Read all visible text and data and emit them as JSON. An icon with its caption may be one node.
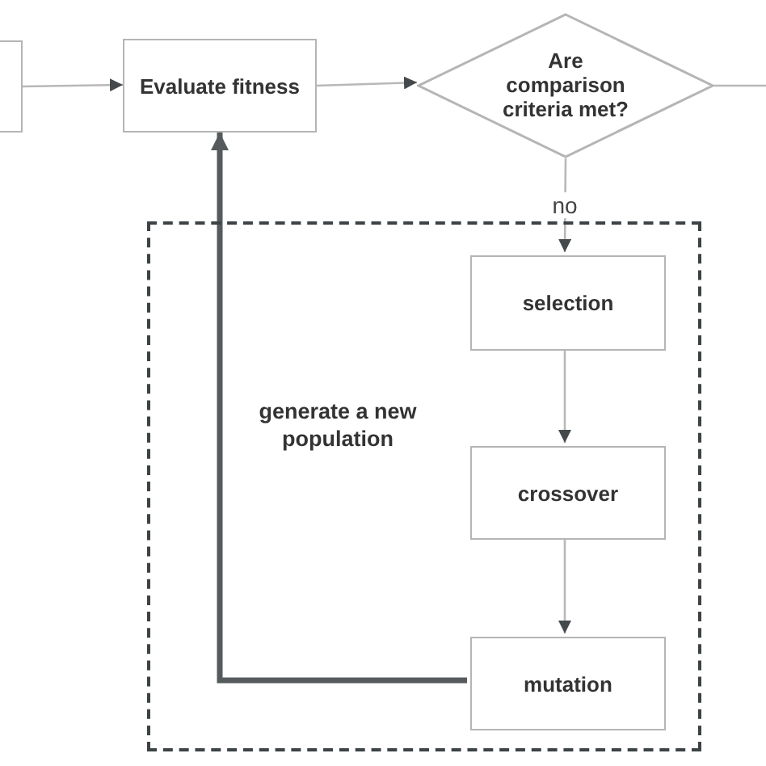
{
  "diagram": {
    "nodes": [
      {
        "text": [],
        "shape": "box"
      },
      {
        "text": [
          "Evaluate fitness"
        ]
      },
      {
        "text": [
          "Are comparison criteria met?"
        ]
      },
      {
        "text": [
          "generate a new population"
        ]
      },
      {
        "text": [
          "selection"
        ],
        "in": 3
      },
      {
        "text": [
          "crossover"
        ],
        "in": 3
      },
      {
        "text": [
          "mutation"
        ],
        "in": 3
      }
    ],
    "edges": [
      {
        "from": 0,
        "to": 1,
        "arrow": "to"
      },
      {
        "from": 1,
        "to": 2,
        "arrow": "to"
      },
      {
        "from": 2,
        "to": null,
        "arrow": "none"
      },
      {
        "from": 2,
        "to": 4,
        "arrow": "to",
        "label": "no"
      },
      {
        "from": 4,
        "to": 5,
        "arrow": "to"
      },
      {
        "from": 5,
        "to": 6,
        "arrow": "to"
      },
      {
        "from": 6,
        "to": 1,
        "arrow": "to",
        "style": "thick",
        "color": "#555a5c"
      }
    ]
  }
}
